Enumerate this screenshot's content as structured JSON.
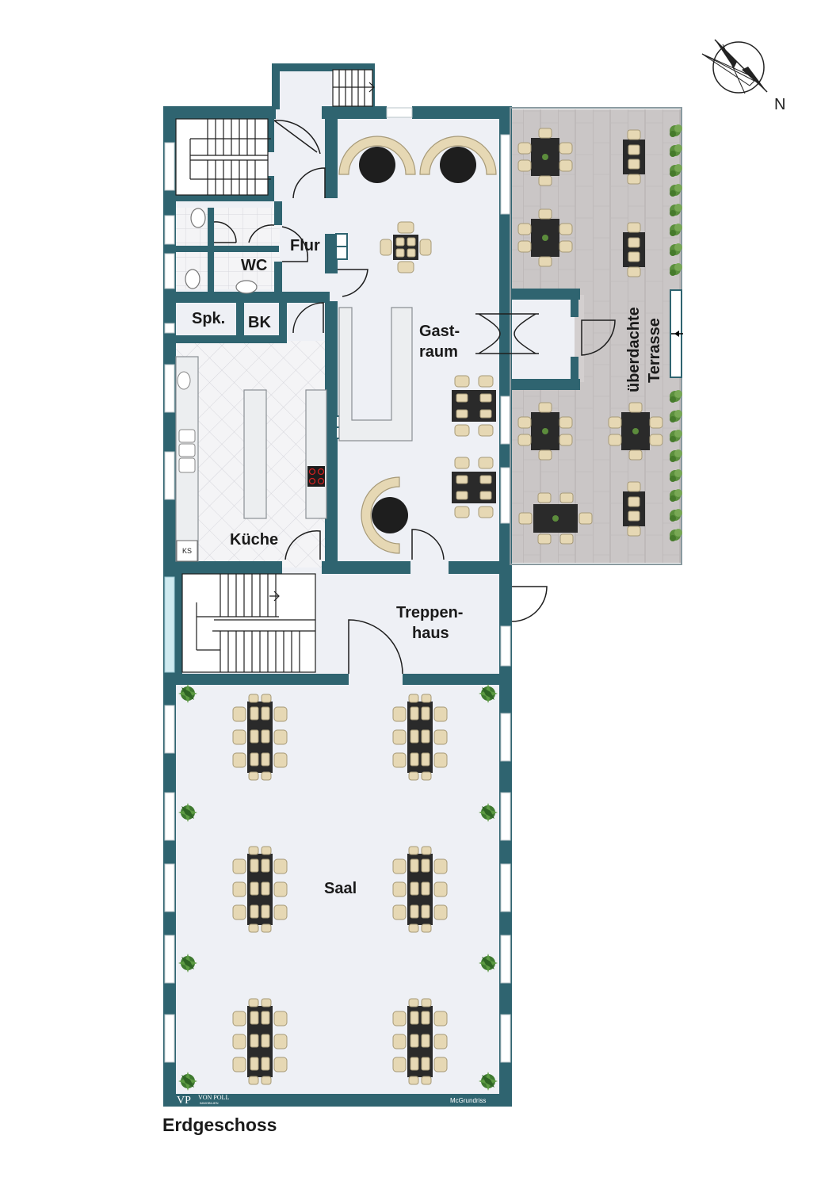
{
  "floor_name": "Erdgeschoss",
  "compass": {
    "north_label": "N"
  },
  "rooms": {
    "flur": "Flur",
    "wc": "WC",
    "spk": "Spk.",
    "bk": "BK",
    "gastraum_1": "Gast-",
    "gastraum_2": "raum",
    "kueche": "Küche",
    "treppenhaus_1": "Treppen-",
    "treppenhaus_2": "haus",
    "terrasse_1": "überdachte",
    "terrasse_2": "Terrasse",
    "saal": "Saal"
  },
  "appliances": {
    "ks": "KS"
  },
  "branding": {
    "logo_mark": "VP",
    "logo_name": "VON POLL",
    "logo_sub": "IMMOBILIEN",
    "credit": "McGrundriss"
  },
  "colors": {
    "wall": "#2f6470",
    "floor": "#eef0f5",
    "terrace": "#c9c5c5",
    "table": "#2a2a2a",
    "chair": "#e4d6b2",
    "plant": "#4f8a3a"
  }
}
